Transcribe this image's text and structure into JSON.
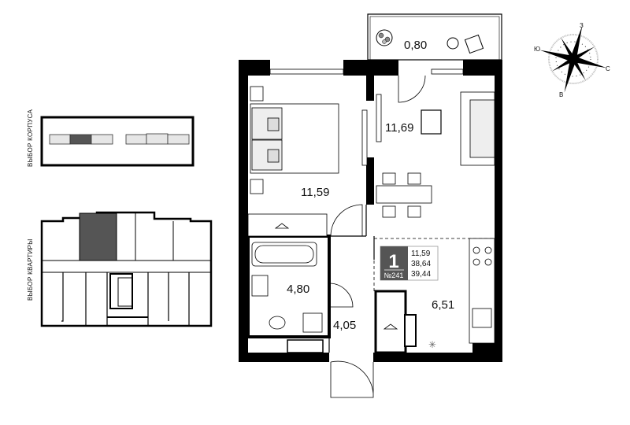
{
  "selectors": {
    "building_label": "ВЫБОР КОРПУСА",
    "apartment_label": "ВЫБОР КВАРТИРЫ"
  },
  "compass": {
    "north": "С",
    "south": "Ю",
    "east": "В",
    "west": "З"
  },
  "rooms": {
    "balcony": "0,80",
    "bedroom": "11,59",
    "living": "11,69",
    "bathroom": "4,80",
    "hall": "4,05",
    "kitchen": "6,51"
  },
  "info": {
    "rooms_count": "1",
    "apartment_number": "№241",
    "living_area": "11,59",
    "total_area": "38,64",
    "area_with_balcony": "39,44"
  },
  "colors": {
    "selected": "#555555",
    "unselected": "#e6e6e6",
    "wall": "#000000"
  }
}
